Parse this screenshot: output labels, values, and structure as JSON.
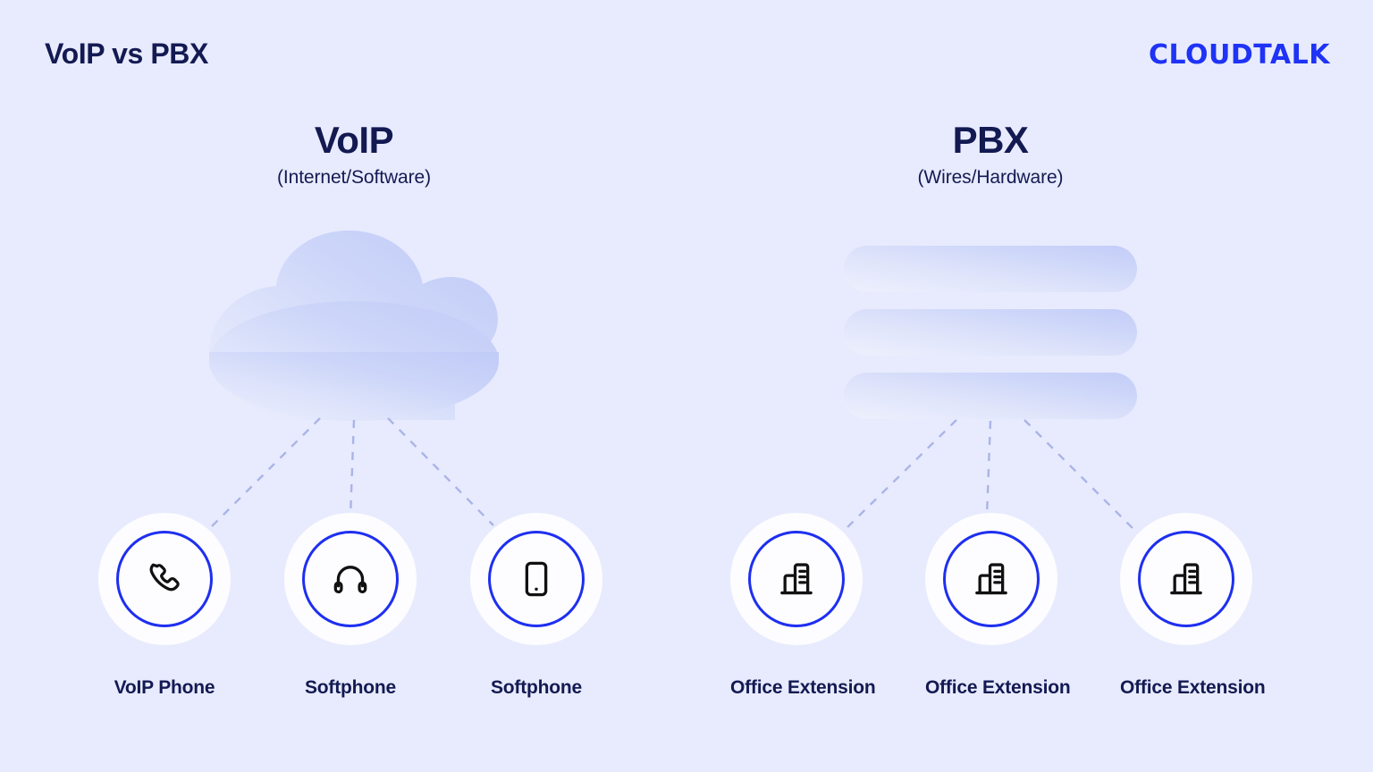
{
  "header": {
    "title": "VoIP vs PBX",
    "logo": "CLOUDTALK"
  },
  "columns": [
    {
      "id": "voip",
      "title": "VoIP",
      "subtitle": "(Internet/Software)",
      "hub": "cloud",
      "nodes": [
        {
          "label": "VoIP Phone",
          "icon": "phone-handset-icon"
        },
        {
          "label": "Softphone",
          "icon": "headset-icon"
        },
        {
          "label": "Softphone",
          "icon": "smartphone-icon"
        }
      ]
    },
    {
      "id": "pbx",
      "title": "PBX",
      "subtitle": "(Wires/Hardware)",
      "hub": "server-rack",
      "nodes": [
        {
          "label": "Office Extension",
          "icon": "office-building-icon"
        },
        {
          "label": "Office Extension",
          "icon": "office-building-icon"
        },
        {
          "label": "Office Extension",
          "icon": "office-building-icon"
        }
      ]
    }
  ],
  "colors": {
    "background": "#e8ebfd",
    "navy": "#131a52",
    "brand_blue": "#1e33f5",
    "ring_blue": "#1e2ff0",
    "dash_line": "#aab4e8",
    "hub_gradient_from": "#e4e9fc",
    "hub_gradient_to": "#c3cdf8",
    "disc_white": "#fdfdff",
    "icon_black": "#111111"
  }
}
